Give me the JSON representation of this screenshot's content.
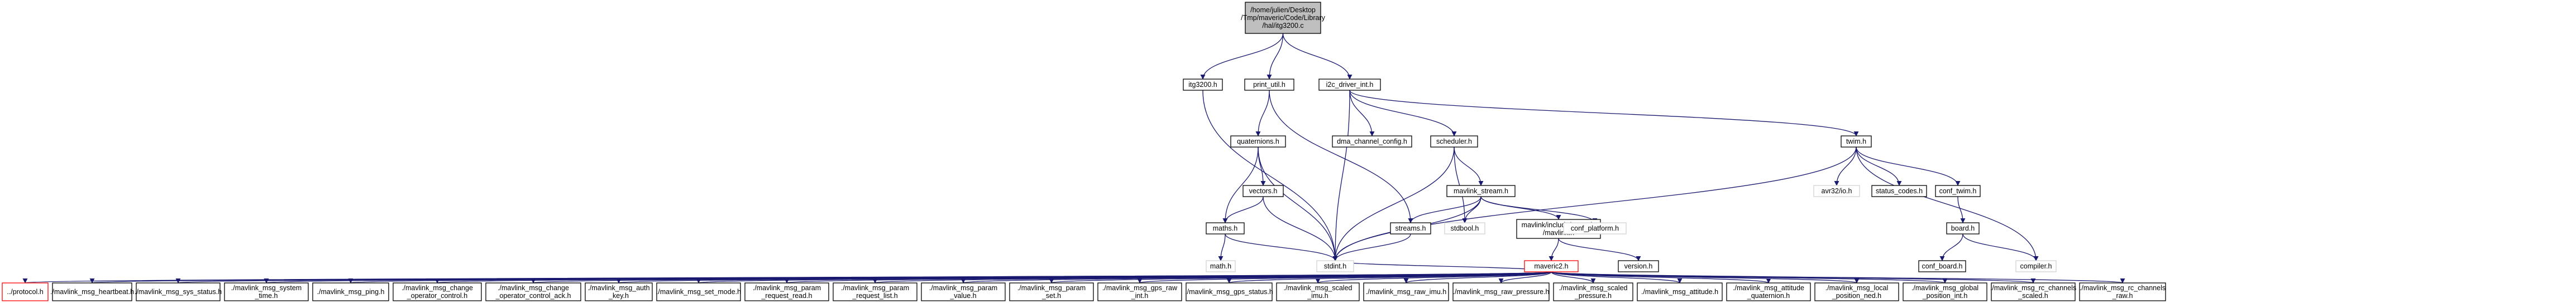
{
  "colors": {
    "root_fill": "#bfbfbf",
    "node_fill": "#ffffff",
    "node_border": "#000000",
    "external_border": "#d3d3d3",
    "missing_border": "#ff0000",
    "edge": "#191970"
  },
  "nodes": [
    {
      "id": "root",
      "lines": [
        "/home/julien/Desktop",
        "/Tmp/maveric/Code/Library",
        "/hal/itg3200.c"
      ],
      "kind": "root"
    },
    {
      "id": "itg3200_h",
      "lines": [
        "itg3200.h"
      ],
      "kind": "normal"
    },
    {
      "id": "print_util_h",
      "lines": [
        "print_util.h"
      ],
      "kind": "normal"
    },
    {
      "id": "i2c_driver_int_h",
      "lines": [
        "i2c_driver_int.h"
      ],
      "kind": "normal"
    },
    {
      "id": "quaternions_h",
      "lines": [
        "quaternions.h"
      ],
      "kind": "normal"
    },
    {
      "id": "dma_channel_config_h",
      "lines": [
        "dma_channel_config.h"
      ],
      "kind": "normal"
    },
    {
      "id": "scheduler_h",
      "lines": [
        "scheduler.h"
      ],
      "kind": "normal"
    },
    {
      "id": "twim_h",
      "lines": [
        "twim.h"
      ],
      "kind": "normal"
    },
    {
      "id": "vectors_h",
      "lines": [
        "vectors.h"
      ],
      "kind": "normal"
    },
    {
      "id": "mavlink_stream_h",
      "lines": [
        "mavlink_stream.h"
      ],
      "kind": "normal"
    },
    {
      "id": "avr32io_h",
      "lines": [
        "avr32/io.h"
      ],
      "kind": "external"
    },
    {
      "id": "status_codes_h",
      "lines": [
        "status_codes.h"
      ],
      "kind": "normal"
    },
    {
      "id": "conf_twim_h",
      "lines": [
        "conf_twim.h"
      ],
      "kind": "normal"
    },
    {
      "id": "maths_h",
      "lines": [
        "maths.h"
      ],
      "kind": "normal"
    },
    {
      "id": "mavlink_include_h",
      "lines": [
        "mavlink/include/maveric",
        "/mavlink.h"
      ],
      "kind": "normal"
    },
    {
      "id": "streams_h",
      "lines": [
        "streams.h"
      ],
      "kind": "normal"
    },
    {
      "id": "stdbool_h",
      "lines": [
        "stdbool.h"
      ],
      "kind": "external"
    },
    {
      "id": "conf_platform_h",
      "lines": [
        "conf_platform.h"
      ],
      "kind": "external"
    },
    {
      "id": "board_h",
      "lines": [
        "board.h"
      ],
      "kind": "normal"
    },
    {
      "id": "math_h",
      "lines": [
        "math.h"
      ],
      "kind": "external"
    },
    {
      "id": "stdint_h",
      "lines": [
        "stdint.h"
      ],
      "kind": "external"
    },
    {
      "id": "maveric2_h",
      "lines": [
        "maveric2.h"
      ],
      "kind": "missing"
    },
    {
      "id": "version_h",
      "lines": [
        "version.h"
      ],
      "kind": "normal"
    },
    {
      "id": "conf_board_h",
      "lines": [
        "conf_board.h"
      ],
      "kind": "normal"
    },
    {
      "id": "compiler_h",
      "lines": [
        "compiler.h"
      ],
      "kind": "external"
    },
    {
      "id": "protocol_h",
      "lines": [
        "../protocol.h"
      ],
      "kind": "missing"
    },
    {
      "id": "b1",
      "lines": [
        "./mavlink_msg_heartbeat.h"
      ],
      "kind": "normal"
    },
    {
      "id": "b2",
      "lines": [
        "./mavlink_msg_sys_status.h"
      ],
      "kind": "normal"
    },
    {
      "id": "b3",
      "lines": [
        "./mavlink_msg_system",
        "_time.h"
      ],
      "kind": "normal"
    },
    {
      "id": "b4",
      "lines": [
        "./mavlink_msg_ping.h"
      ],
      "kind": "normal"
    },
    {
      "id": "b5",
      "lines": [
        "./mavlink_msg_change",
        "_operator_control.h"
      ],
      "kind": "normal"
    },
    {
      "id": "b6",
      "lines": [
        "./mavlink_msg_change",
        "_operator_control_ack.h"
      ],
      "kind": "normal"
    },
    {
      "id": "b7",
      "lines": [
        "./mavlink_msg_auth",
        "_key.h"
      ],
      "kind": "normal"
    },
    {
      "id": "b8",
      "lines": [
        "./mavlink_msg_set_mode.h"
      ],
      "kind": "normal"
    },
    {
      "id": "b9",
      "lines": [
        "./mavlink_msg_param",
        "_request_read.h"
      ],
      "kind": "normal"
    },
    {
      "id": "b10",
      "lines": [
        "./mavlink_msg_param",
        "_request_list.h"
      ],
      "kind": "normal"
    },
    {
      "id": "b11",
      "lines": [
        "./mavlink_msg_param",
        "_value.h"
      ],
      "kind": "normal"
    },
    {
      "id": "b12",
      "lines": [
        "./mavlink_msg_param",
        "_set.h"
      ],
      "kind": "normal"
    },
    {
      "id": "b13",
      "lines": [
        "./mavlink_msg_gps_raw",
        "_int.h"
      ],
      "kind": "normal"
    },
    {
      "id": "b14",
      "lines": [
        "./mavlink_msg_gps_status.h"
      ],
      "kind": "normal"
    },
    {
      "id": "b15",
      "lines": [
        "./mavlink_msg_scaled",
        "_imu.h"
      ],
      "kind": "normal"
    },
    {
      "id": "b16",
      "lines": [
        "./mavlink_msg_raw_imu.h"
      ],
      "kind": "normal"
    },
    {
      "id": "b17",
      "lines": [
        "./mavlink_msg_raw_pressure.h"
      ],
      "kind": "normal"
    },
    {
      "id": "b18",
      "lines": [
        "./mavlink_msg_scaled",
        "_pressure.h"
      ],
      "kind": "normal"
    },
    {
      "id": "b19",
      "lines": [
        "./mavlink_msg_attitude.h"
      ],
      "kind": "normal"
    },
    {
      "id": "b20",
      "lines": [
        "./mavlink_msg_attitude",
        "_quaternion.h"
      ],
      "kind": "normal"
    },
    {
      "id": "b21",
      "lines": [
        "./mavlink_msg_local",
        "_position_ned.h"
      ],
      "kind": "normal"
    },
    {
      "id": "b22",
      "lines": [
        "./mavlink_msg_global",
        "_position_int.h"
      ],
      "kind": "normal"
    },
    {
      "id": "b23",
      "lines": [
        "./mavlink_msg_rc_channels",
        "_scaled.h"
      ],
      "kind": "normal"
    },
    {
      "id": "b24",
      "lines": [
        "./mavlink_msg_rc_channels",
        "_raw.h"
      ],
      "kind": "normal"
    }
  ],
  "edges": [
    [
      "root",
      "itg3200_h"
    ],
    [
      "root",
      "print_util_h"
    ],
    [
      "root",
      "i2c_driver_int_h"
    ],
    [
      "itg3200_h",
      "stdint_h"
    ],
    [
      "print_util_h",
      "quaternions_h"
    ],
    [
      "print_util_h",
      "streams_h"
    ],
    [
      "i2c_driver_int_h",
      "dma_channel_config_h"
    ],
    [
      "i2c_driver_int_h",
      "scheduler_h"
    ],
    [
      "i2c_driver_int_h",
      "twim_h"
    ],
    [
      "i2c_driver_int_h",
      "stdint_h"
    ],
    [
      "quaternions_h",
      "vectors_h"
    ],
    [
      "quaternions_h",
      "maths_h"
    ],
    [
      "quaternions_h",
      "stdint_h"
    ],
    [
      "vectors_h",
      "maths_h"
    ],
    [
      "vectors_h",
      "stdint_h"
    ],
    [
      "maths_h",
      "math_h"
    ],
    [
      "maths_h",
      "stdint_h"
    ],
    [
      "scheduler_h",
      "mavlink_stream_h"
    ],
    [
      "scheduler_h",
      "stdbool_h"
    ],
    [
      "scheduler_h",
      "stdint_h"
    ],
    [
      "mavlink_stream_h",
      "mavlink_include_h"
    ],
    [
      "mavlink_stream_h",
      "streams_h"
    ],
    [
      "mavlink_stream_h",
      "stdbool_h"
    ],
    [
      "mavlink_stream_h",
      "conf_platform_h"
    ],
    [
      "mavlink_stream_h",
      "stdint_h"
    ],
    [
      "mavlink_include_h",
      "maveric2_h"
    ],
    [
      "mavlink_include_h",
      "version_h"
    ],
    [
      "streams_h",
      "stdint_h"
    ],
    [
      "twim_h",
      "avr32io_h"
    ],
    [
      "twim_h",
      "status_codes_h"
    ],
    [
      "twim_h",
      "conf_twim_h"
    ],
    [
      "twim_h",
      "compiler_h"
    ],
    [
      "twim_h",
      "stdint_h"
    ],
    [
      "conf_twim_h",
      "board_h"
    ],
    [
      "board_h",
      "conf_board_h"
    ],
    [
      "board_h",
      "compiler_h"
    ],
    [
      "maveric2_h",
      "stdint_h"
    ],
    [
      "maveric2_h",
      "protocol_h"
    ],
    [
      "maveric2_h",
      "b1"
    ],
    [
      "maveric2_h",
      "b2"
    ],
    [
      "maveric2_h",
      "b3"
    ],
    [
      "maveric2_h",
      "b4"
    ],
    [
      "maveric2_h",
      "b5"
    ],
    [
      "maveric2_h",
      "b6"
    ],
    [
      "maveric2_h",
      "b7"
    ],
    [
      "maveric2_h",
      "b8"
    ],
    [
      "maveric2_h",
      "b9"
    ],
    [
      "maveric2_h",
      "b10"
    ],
    [
      "maveric2_h",
      "b11"
    ],
    [
      "maveric2_h",
      "b12"
    ],
    [
      "maveric2_h",
      "b13"
    ],
    [
      "maveric2_h",
      "b14"
    ],
    [
      "maveric2_h",
      "b15"
    ],
    [
      "maveric2_h",
      "b16"
    ],
    [
      "maveric2_h",
      "b17"
    ],
    [
      "maveric2_h",
      "b18"
    ],
    [
      "maveric2_h",
      "b19"
    ],
    [
      "maveric2_h",
      "b20"
    ],
    [
      "maveric2_h",
      "b21"
    ],
    [
      "maveric2_h",
      "b22"
    ],
    [
      "maveric2_h",
      "b23"
    ],
    [
      "maveric2_h",
      "b24"
    ]
  ]
}
